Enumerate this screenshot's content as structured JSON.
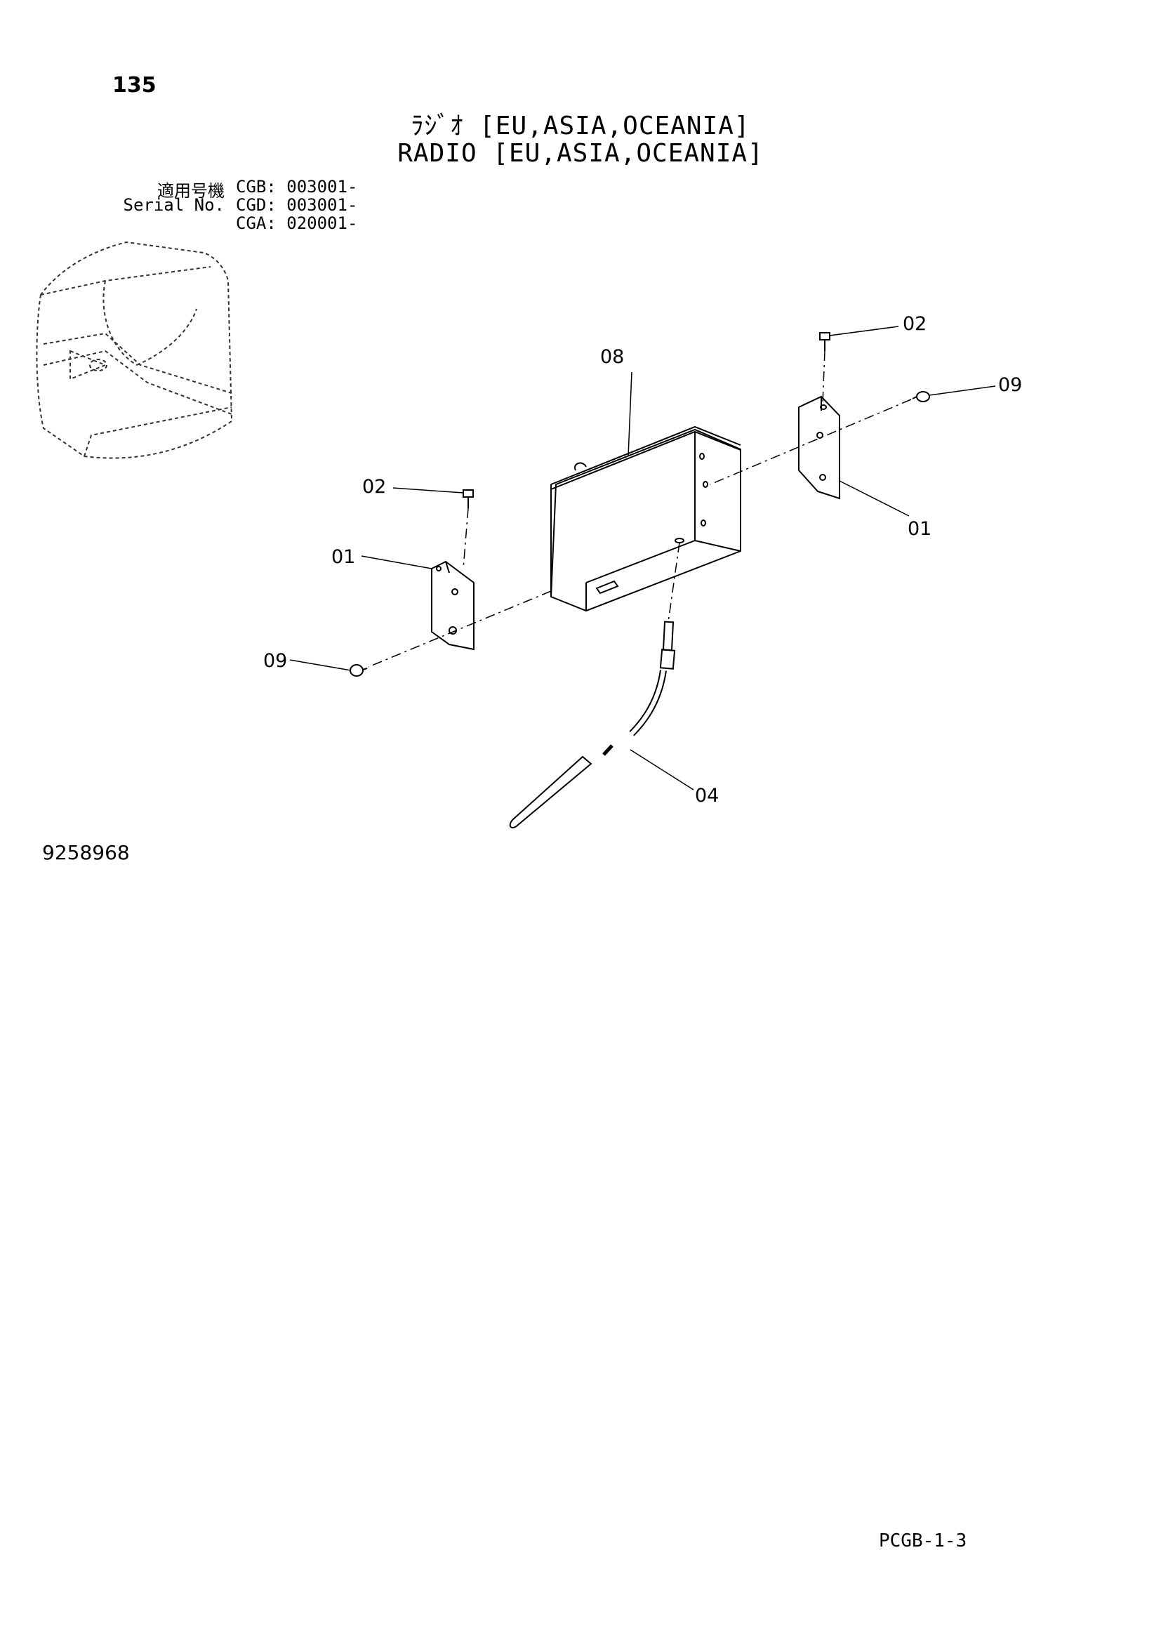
{
  "header": {
    "page_number": "135",
    "title_jp": "ﾗｼﾞｵ [EU,ASIA,OCEANIA]",
    "title_en": "RADIO [EU,ASIA,OCEANIA]"
  },
  "serial": {
    "label_jp": "適用号機",
    "label_en": "Serial No.",
    "entries": [
      {
        "model": "CGB:",
        "range": "003001-"
      },
      {
        "model": "CGD:",
        "range": "003001-"
      },
      {
        "model": "CGA:",
        "range": "020001-"
      }
    ]
  },
  "callouts": {
    "c01_right": "01",
    "c01_left": "01",
    "c02_right": "02",
    "c02_left": "02",
    "c04": "04",
    "c08": "08",
    "c09_right": "09",
    "c09_left": "09"
  },
  "footer": {
    "doc_number": "9258968",
    "page_code": "PCGB-1-3"
  }
}
